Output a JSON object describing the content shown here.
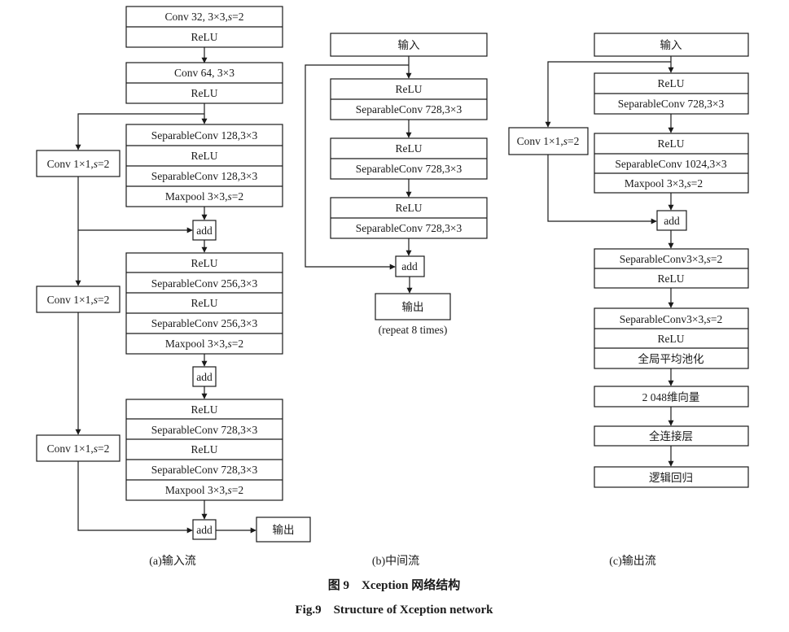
{
  "input_flow": {
    "stem": [
      "Conv 32, 3×3,s=2",
      "ReLU",
      "Conv 64, 3×3",
      "ReLU"
    ],
    "block1": [
      "SeparableConv 128,3×3",
      "ReLU",
      "SeparableConv 128,3×3",
      "Maxpool 3×3,s=2"
    ],
    "block2": [
      "ReLU",
      "SeparableConv 256,3×3",
      "ReLU",
      "SeparableConv 256,3×3",
      "Maxpool 3×3,s=2"
    ],
    "block3": [
      "ReLU",
      "SeparableConv 728,3×3",
      "ReLU",
      "SeparableConv 728,3×3",
      "Maxpool 3×3,s=2"
    ],
    "shortcuts": [
      "Conv 1×1,s=2",
      "Conv 1×1,s=2",
      "Conv 1×1,s=2"
    ],
    "add_label": "add",
    "output_label": "输出",
    "caption": "(a)输入流"
  },
  "middle_flow": {
    "input_label": "输入",
    "units": [
      [
        "ReLU",
        "SeparableConv 728,3×3"
      ],
      [
        "ReLU",
        "SeparableConv 728,3×3"
      ],
      [
        "ReLU",
        "SeparableConv 728,3×3"
      ]
    ],
    "add_label": "add",
    "output_label": "输出",
    "repeat_note": "(repeat 8 times)",
    "caption": "(b)中间流"
  },
  "exit_flow": {
    "input_label": "输入",
    "block_a": [
      "ReLU",
      "SeparableConv 728,3×3"
    ],
    "block_b": [
      "ReLU",
      "SeparableConv 1024,3×3",
      "Maxpool 3×3,s=2"
    ],
    "shortcut": "Conv 1×1,s=2",
    "add_label": "add",
    "block_c": [
      "SeparableConv3×3,s=2",
      "ReLU"
    ],
    "block_d": [
      "SeparableConv3×3,s=2",
      "ReLU",
      "全局平均池化"
    ],
    "vector_label": "2 048维向量",
    "fc_label": "全连接层",
    "logreg_label": "逻辑回归",
    "caption": "(c)输出流"
  },
  "figure": {
    "title_cn": "图 9　Xception 网络结构",
    "title_en": "Fig.9　Structure of Xception network"
  }
}
